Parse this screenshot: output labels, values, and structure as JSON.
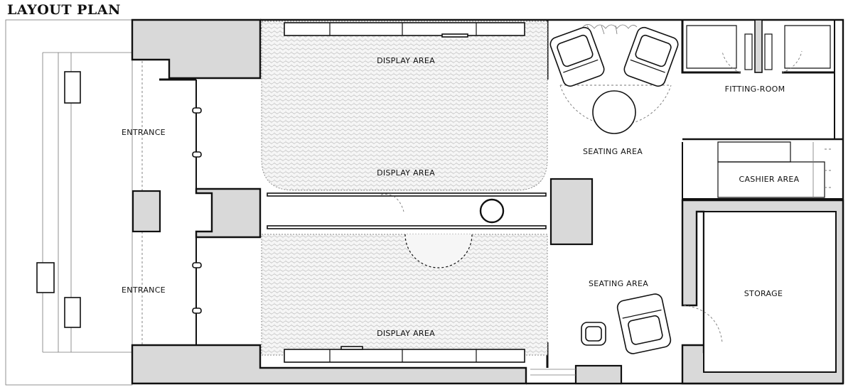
{
  "title": "LAYOUT PLAN",
  "rooms": {
    "display_top": "DISPLAY AREA",
    "display_mid": "DISPLAY AREA",
    "display_bottom": "DISPLAY AREA",
    "entrance_top": "ENTRANCE",
    "entrance_bottom": "ENTRANCE",
    "seating_top": "SEATING AREA",
    "seating_bottom": "SEATING AREA",
    "fitting_room": "FITTING-ROOM",
    "cashier_area": "CASHIER AREA",
    "storage": "STORAGE"
  },
  "colors": {
    "wall_fill": "#d9d9d9",
    "line": "#111111",
    "floor_texture": "#cfcfcf"
  }
}
